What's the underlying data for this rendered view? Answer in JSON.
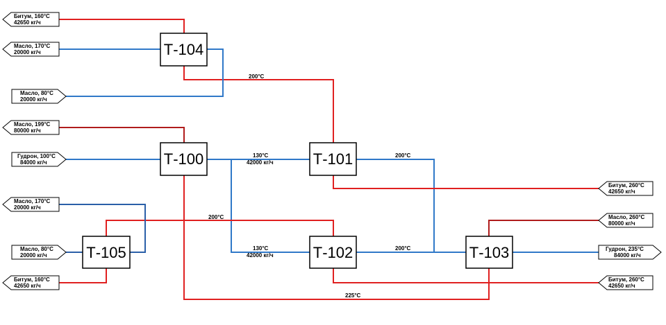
{
  "colors": {
    "hot_stream": "#e02020",
    "dark_hot_stream": "#b01c1c",
    "cold_stream": "#2f78c8",
    "dark_cold_stream": "#2a5fa8",
    "box_border": "#000000"
  },
  "exchangers": {
    "t104": "Т-104",
    "t100": "Т-100",
    "t101": "Т-101",
    "t102": "Т-102",
    "t103": "Т-103",
    "t105": "Т-105"
  },
  "streams": {
    "bitum_top": {
      "line1": "Битум, 160°C",
      "line2": "42650 кг/ч"
    },
    "maslo_170_top": {
      "line1": "Масло, 170°C",
      "line2": "20000 кг/ч"
    },
    "maslo_80_top": {
      "line1": "Масло, 80°C",
      "line2": "20000 кг/ч"
    },
    "maslo_199": {
      "line1": "Масло, 199°C",
      "line2": "80000 кг/ч"
    },
    "gudron_100": {
      "line1": "Гудрон, 100°C",
      "line2": "84000 кг/ч"
    },
    "maslo_170_bot": {
      "line1": "Масло, 170°C",
      "line2": "20000 кг/ч"
    },
    "maslo_80_bot": {
      "line1": "Масло, 80°C",
      "line2": "20000 кг/ч"
    },
    "bitum_bot": {
      "line1": "Битум, 160°C",
      "line2": "42650 кг/ч"
    },
    "bitum_260_a": {
      "line1": "Битум, 260°C",
      "line2": "42650 кг/ч"
    },
    "maslo_260": {
      "line1": "Масло, 260°C",
      "line2": "80000 кг/ч"
    },
    "gudron_235": {
      "line1": "Гудрон, 235°C",
      "line2": "84000 кг/ч"
    },
    "bitum_260_b": {
      "line1": "Битум, 260°C",
      "line2": "42650 кг/ч"
    }
  },
  "labels": {
    "t_200_top": "200°C",
    "t_130_a": "130°C",
    "flow_42000_a": "42000 кг/ч",
    "t_200_right": "200°C",
    "t_200_mid": "200°C",
    "t_130_b": "130°C",
    "flow_42000_b": "42000 кг/ч",
    "t_200_low": "200°C",
    "t_225": "225°C"
  }
}
